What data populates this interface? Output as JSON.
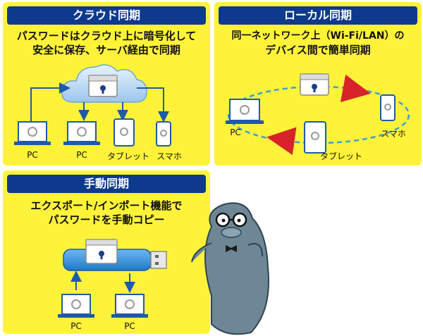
{
  "colors": {
    "panel": "#fff33a",
    "title_bar": "#0d3a8c",
    "arrow_blue": "#1e5aa8",
    "arrow_red": "#d8232a",
    "ring": "#3a9fd8",
    "usb": "#1f78c8"
  },
  "cloud_panel": {
    "title": "クラウド同期",
    "desc_line1": "パスワードはクラウド上に暗号化して",
    "desc_line2": "安全に保存、サーバ経由で同期",
    "devices": [
      "PC",
      "PC",
      "タブレット",
      "スマホ"
    ]
  },
  "local_panel": {
    "title": "ローカル同期",
    "desc_line1": "同一ネットワーク上（Wi-Fi/LAN）の",
    "desc_line2": "デバイス間で簡単同期",
    "devices": [
      "PC",
      "タブレット",
      "スマホ"
    ]
  },
  "manual_panel": {
    "title": "手動同期",
    "desc_line1": "エクスポート/インポート機能で",
    "desc_line2": "パスワードを手動コピー",
    "devices": [
      "PC",
      "PC"
    ]
  },
  "icons": [
    "cloud-icon",
    "server-vault-icon",
    "laptop-icon",
    "tablet-icon",
    "smartphone-icon",
    "usb-drive-icon",
    "padlock-icon",
    "mascot-manatee"
  ]
}
